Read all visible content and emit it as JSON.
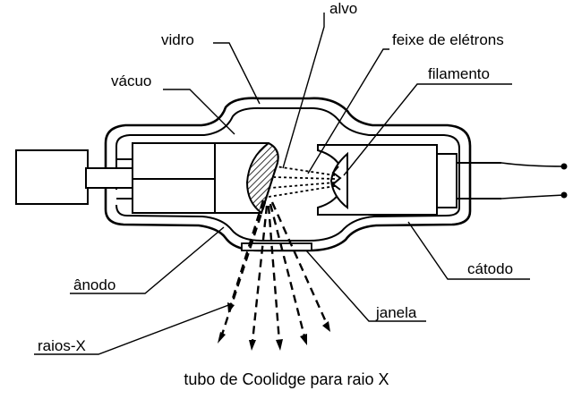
{
  "labels": {
    "alvo": "alvo",
    "vidro": "vidro",
    "feixe": "feixe de elétrons",
    "vacuo": "vácuo",
    "filamento": "filamento",
    "anodo": "ânodo",
    "catodo": "cátodo",
    "janela": "janela",
    "raios": "raios-X"
  },
  "caption": "tubo de Coolidge para raio X"
}
